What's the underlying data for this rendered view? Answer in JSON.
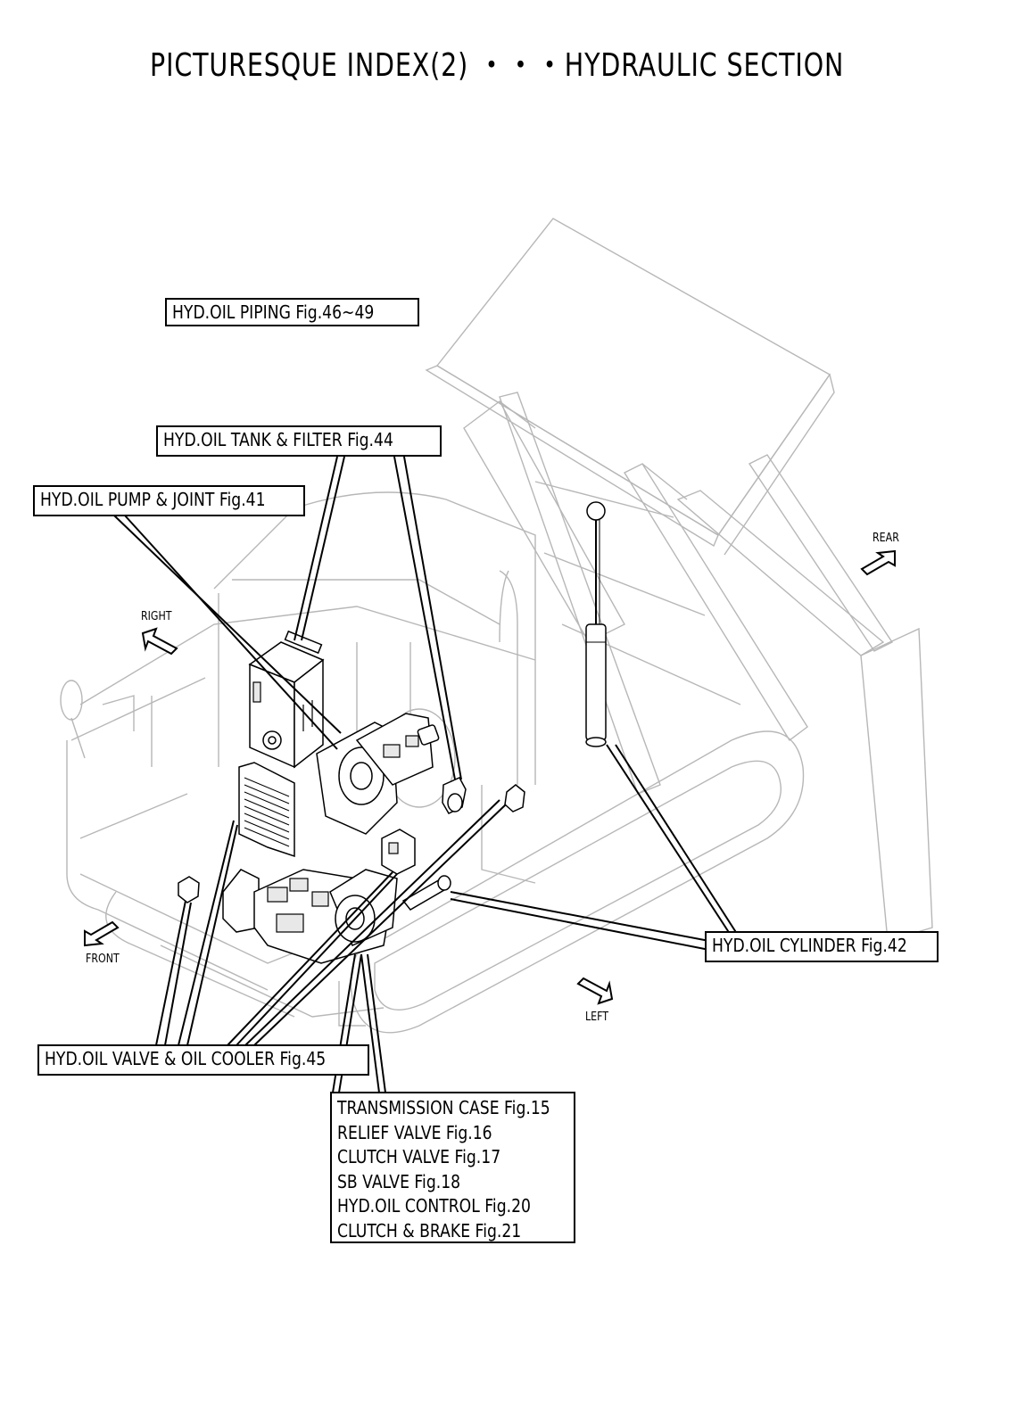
{
  "title": "PICTURESQUE INDEX(2) ・・・HYDRAULIC SECTION",
  "callouts": {
    "oil_piping": "HYD.OIL PIPING Fig.46~49",
    "tank_filter": "HYD.OIL TANK & FILTER Fig.44",
    "pump_joint": "HYD.OIL PUMP & JOINT Fig.41",
    "cylinder": "HYD.OIL CYLINDER Fig.42",
    "valve_cooler": "HYD.OIL VALVE & OIL COOLER Fig.45",
    "transmission_list": [
      "TRANSMISSION CASE Fig.15",
      "RELIEF VALVE Fig.16",
      "CLUTCH VALVE Fig.17",
      "SB VALVE Fig.18",
      "HYD.OIL CONTROL Fig.20",
      "CLUTCH & BRAKE Fig.21"
    ]
  },
  "directions": {
    "right": "RIGHT",
    "rear": "REAR",
    "front": "FRONT",
    "left": "LEFT"
  }
}
